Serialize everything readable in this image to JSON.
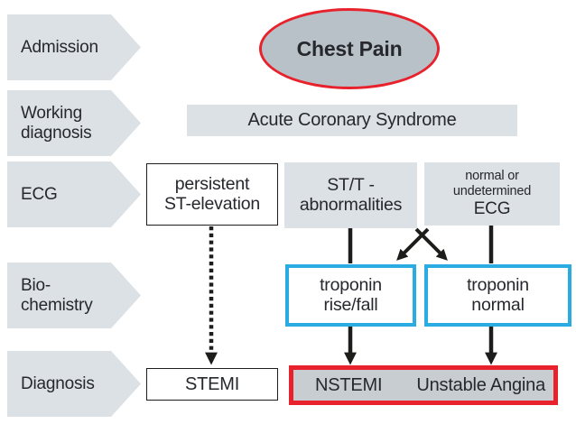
{
  "palette": {
    "stage_and_box_gray": "#dbe1e4",
    "ellipse_gray": "#b7c1c7",
    "result_box_gray": "#c7cdd1",
    "accent_red": "#e8222d",
    "accent_blue": "#2aabe2",
    "line_black": "#1d1d1b",
    "text_dark": "#26282d"
  },
  "stages": [
    {
      "id": "admission",
      "lines": [
        "Admission"
      ]
    },
    {
      "id": "working-diagnosis",
      "lines": [
        "Working",
        "diagnosis"
      ]
    },
    {
      "id": "ecg",
      "lines": [
        "ECG"
      ]
    },
    {
      "id": "biochemistry",
      "lines": [
        "Bio-",
        "chemistry"
      ]
    },
    {
      "id": "diagnosis",
      "lines": [
        "Diagnosis"
      ]
    }
  ],
  "nodes": {
    "chest_pain": {
      "label": "Chest Pain"
    },
    "acs": {
      "label": "Acute Coronary Syndrome"
    },
    "persistent_st": {
      "lines": [
        "persistent",
        "ST-elevation"
      ]
    },
    "stt": {
      "lines": [
        "ST/T -",
        "abnormalities"
      ]
    },
    "normal_ecg": {
      "small_lines": [
        "normal or",
        "undetermined"
      ],
      "big_line": "ECG"
    },
    "troponin_rise": {
      "lines": [
        "troponin",
        "rise/fall"
      ]
    },
    "troponin_normal": {
      "lines": [
        "troponin",
        "normal"
      ]
    },
    "stemi": {
      "label": "STEMI"
    },
    "nstemi": {
      "label": "NSTEMI"
    },
    "unstable_angina": {
      "label": "Unstable Angina"
    }
  }
}
